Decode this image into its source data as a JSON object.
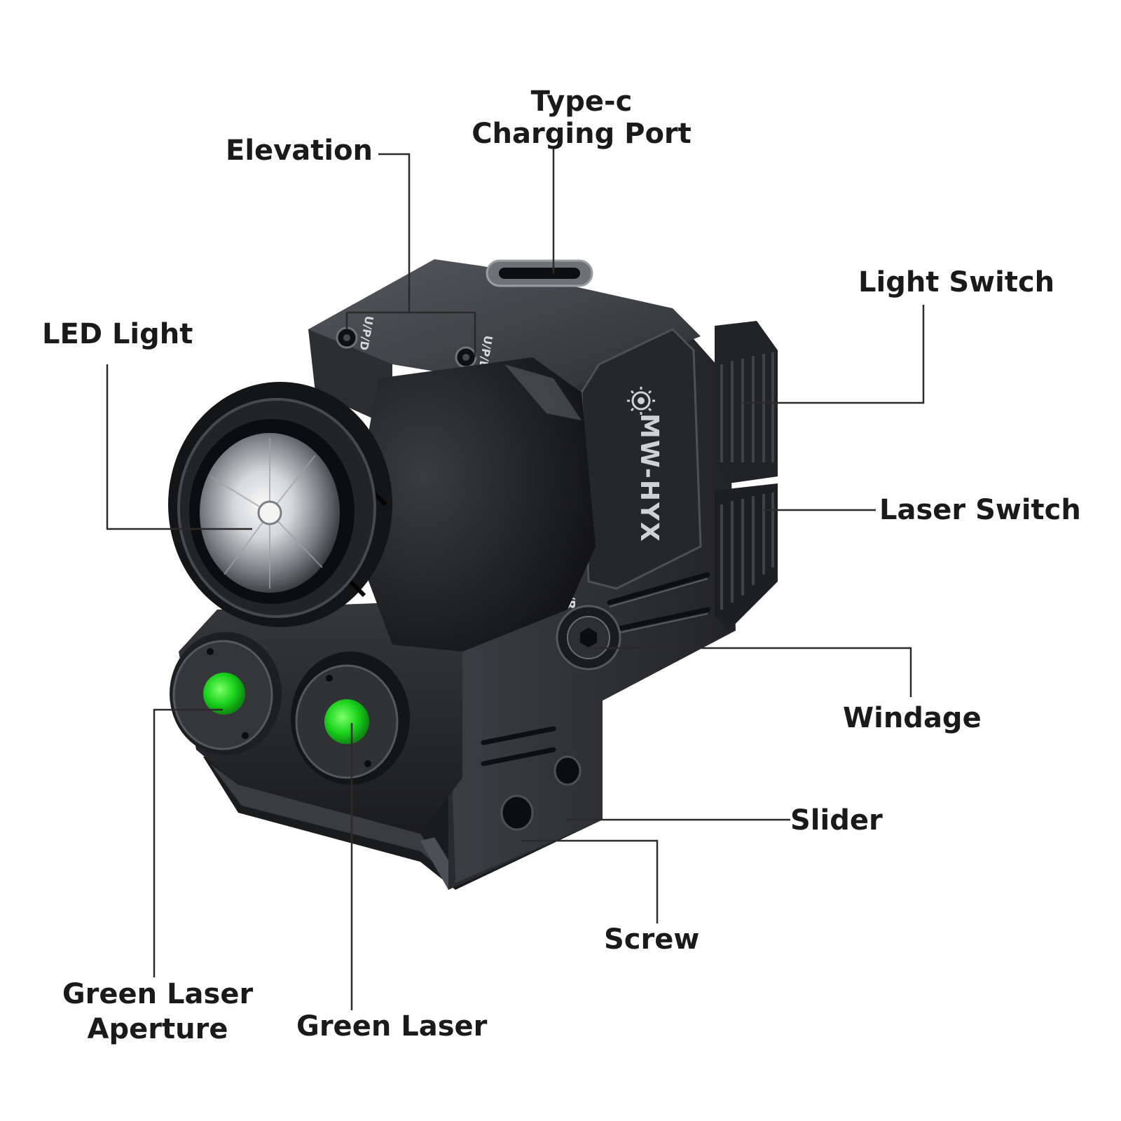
{
  "labels": {
    "type_c": [
      "Type-c",
      "Charging Port"
    ],
    "elevation": "Elevation",
    "led_light": "LED Light",
    "light_switch": "Light Switch",
    "laser_switch": "Laser Switch",
    "windage": "Windage",
    "slider": "Slider",
    "screw": "Screw",
    "green_laser_aperture": [
      "Green Laser",
      "Aperture"
    ],
    "green_laser": "Green Laser"
  },
  "product_marks": {
    "brand": "MW-HYX",
    "elevation_mark": "U/P/D",
    "windage_mark": "L/R"
  },
  "colors": {
    "body": "#2b2d30",
    "body_dark": "#141516",
    "body_light": "#4a4d52",
    "laser_green": "#19d21b",
    "leader_line": "#2a2a2a",
    "text": "#1a1a1a"
  }
}
